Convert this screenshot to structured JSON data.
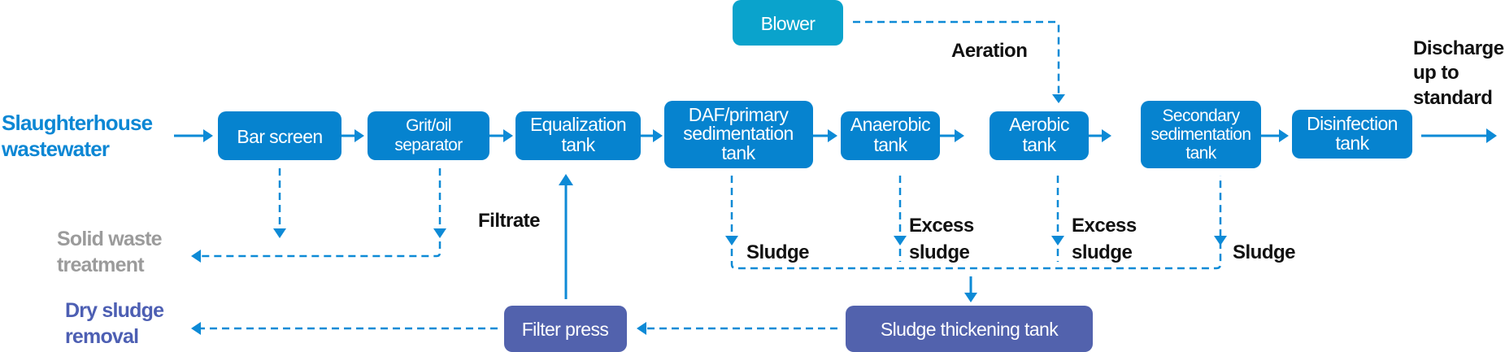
{
  "diagram": {
    "title": "Slaughterhouse wastewater treatment process",
    "colors": {
      "process_box": "#0683cf",
      "blower_box": "#0aa3cc",
      "sludge_box": "#5262ad",
      "arrow": "#0d8ad6",
      "input_label": "#0c87d4",
      "solid_waste_label": "#9b9b9b",
      "dry_sludge_label": "#4d5fb3"
    },
    "input": {
      "line1": "Slaughterhouse",
      "line2": "wastewater"
    },
    "output": {
      "line1": "Discharge",
      "line2": "up to",
      "line3": "standard"
    },
    "blower": {
      "label": "Blower"
    },
    "aeration_label": "Aeration",
    "process": [
      {
        "id": "bar-screen",
        "lines": [
          "Bar screen"
        ]
      },
      {
        "id": "grit-oil-separator",
        "lines": [
          "Grit/oil",
          "separator"
        ]
      },
      {
        "id": "equalization-tank",
        "lines": [
          "Equalization",
          "tank"
        ]
      },
      {
        "id": "daf-primary-sedimentation-tank",
        "lines": [
          "DAF/primary",
          "sedimentation",
          "tank"
        ]
      },
      {
        "id": "anaerobic-tank",
        "lines": [
          "Anaerobic",
          "tank"
        ]
      },
      {
        "id": "aerobic-tank",
        "lines": [
          "Aerobic",
          "tank"
        ]
      },
      {
        "id": "secondary-sedimentation-tank",
        "lines": [
          "Secondary",
          "sedimentation",
          "tank"
        ]
      },
      {
        "id": "disinfection-tank",
        "lines": [
          "Disinfection",
          "tank"
        ]
      }
    ],
    "solid_waste": {
      "line1": "Solid waste",
      "line2": "treatment"
    },
    "sludge_labels": {
      "primary": "Sludge",
      "anaerobic": {
        "line1": "Excess",
        "line2": "sludge"
      },
      "aerobic": {
        "line1": "Excess",
        "line2": "sludge"
      },
      "secondary": "Sludge"
    },
    "filtrate_label": "Filtrate",
    "sludge_thickening": {
      "label": "Sludge thickening tank"
    },
    "filter_press": {
      "label": "Filter press"
    },
    "dry_sludge": {
      "line1": "Dry sludge",
      "line2": "removal"
    }
  }
}
